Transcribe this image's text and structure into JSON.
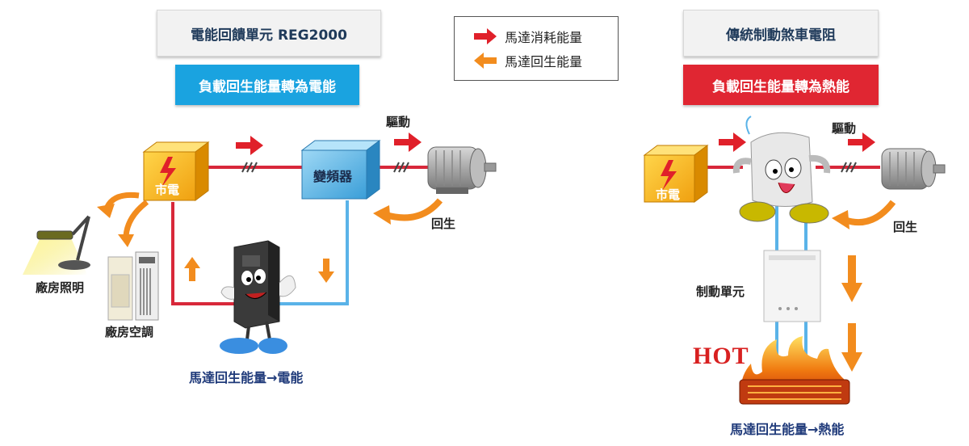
{
  "left": {
    "header": "電能回饋單元  REG2000",
    "banner": "負載回生能量轉為電能",
    "grid_label": "市電",
    "drive_box_label": "變頻器",
    "drive_label": "驅動",
    "regen_label": "回生",
    "lighting_label": "廠房照明",
    "aircon_label": "廠房空調",
    "caption": "馬達回生能量→電能"
  },
  "legend": {
    "consume_label": "馬達消耗能量",
    "regen_label": "馬達回生能量"
  },
  "right": {
    "header": "傳統制動煞車電阻",
    "banner": "負載回生能量轉為熱能",
    "grid_label": "市電",
    "drive_label": "驅動",
    "regen_label": "回生",
    "brake_unit_label": "制動單元",
    "hot_label": "HOT",
    "caption": "馬達回生能量→熱能"
  },
  "colors": {
    "consume_arrow": "#e0202a",
    "regen_arrow": "#f28c1e",
    "blue_banner": "#1aa3e0",
    "red_banner": "#e02632",
    "wire_red": "#d8283a",
    "wire_blue": "#5ab3e8"
  }
}
